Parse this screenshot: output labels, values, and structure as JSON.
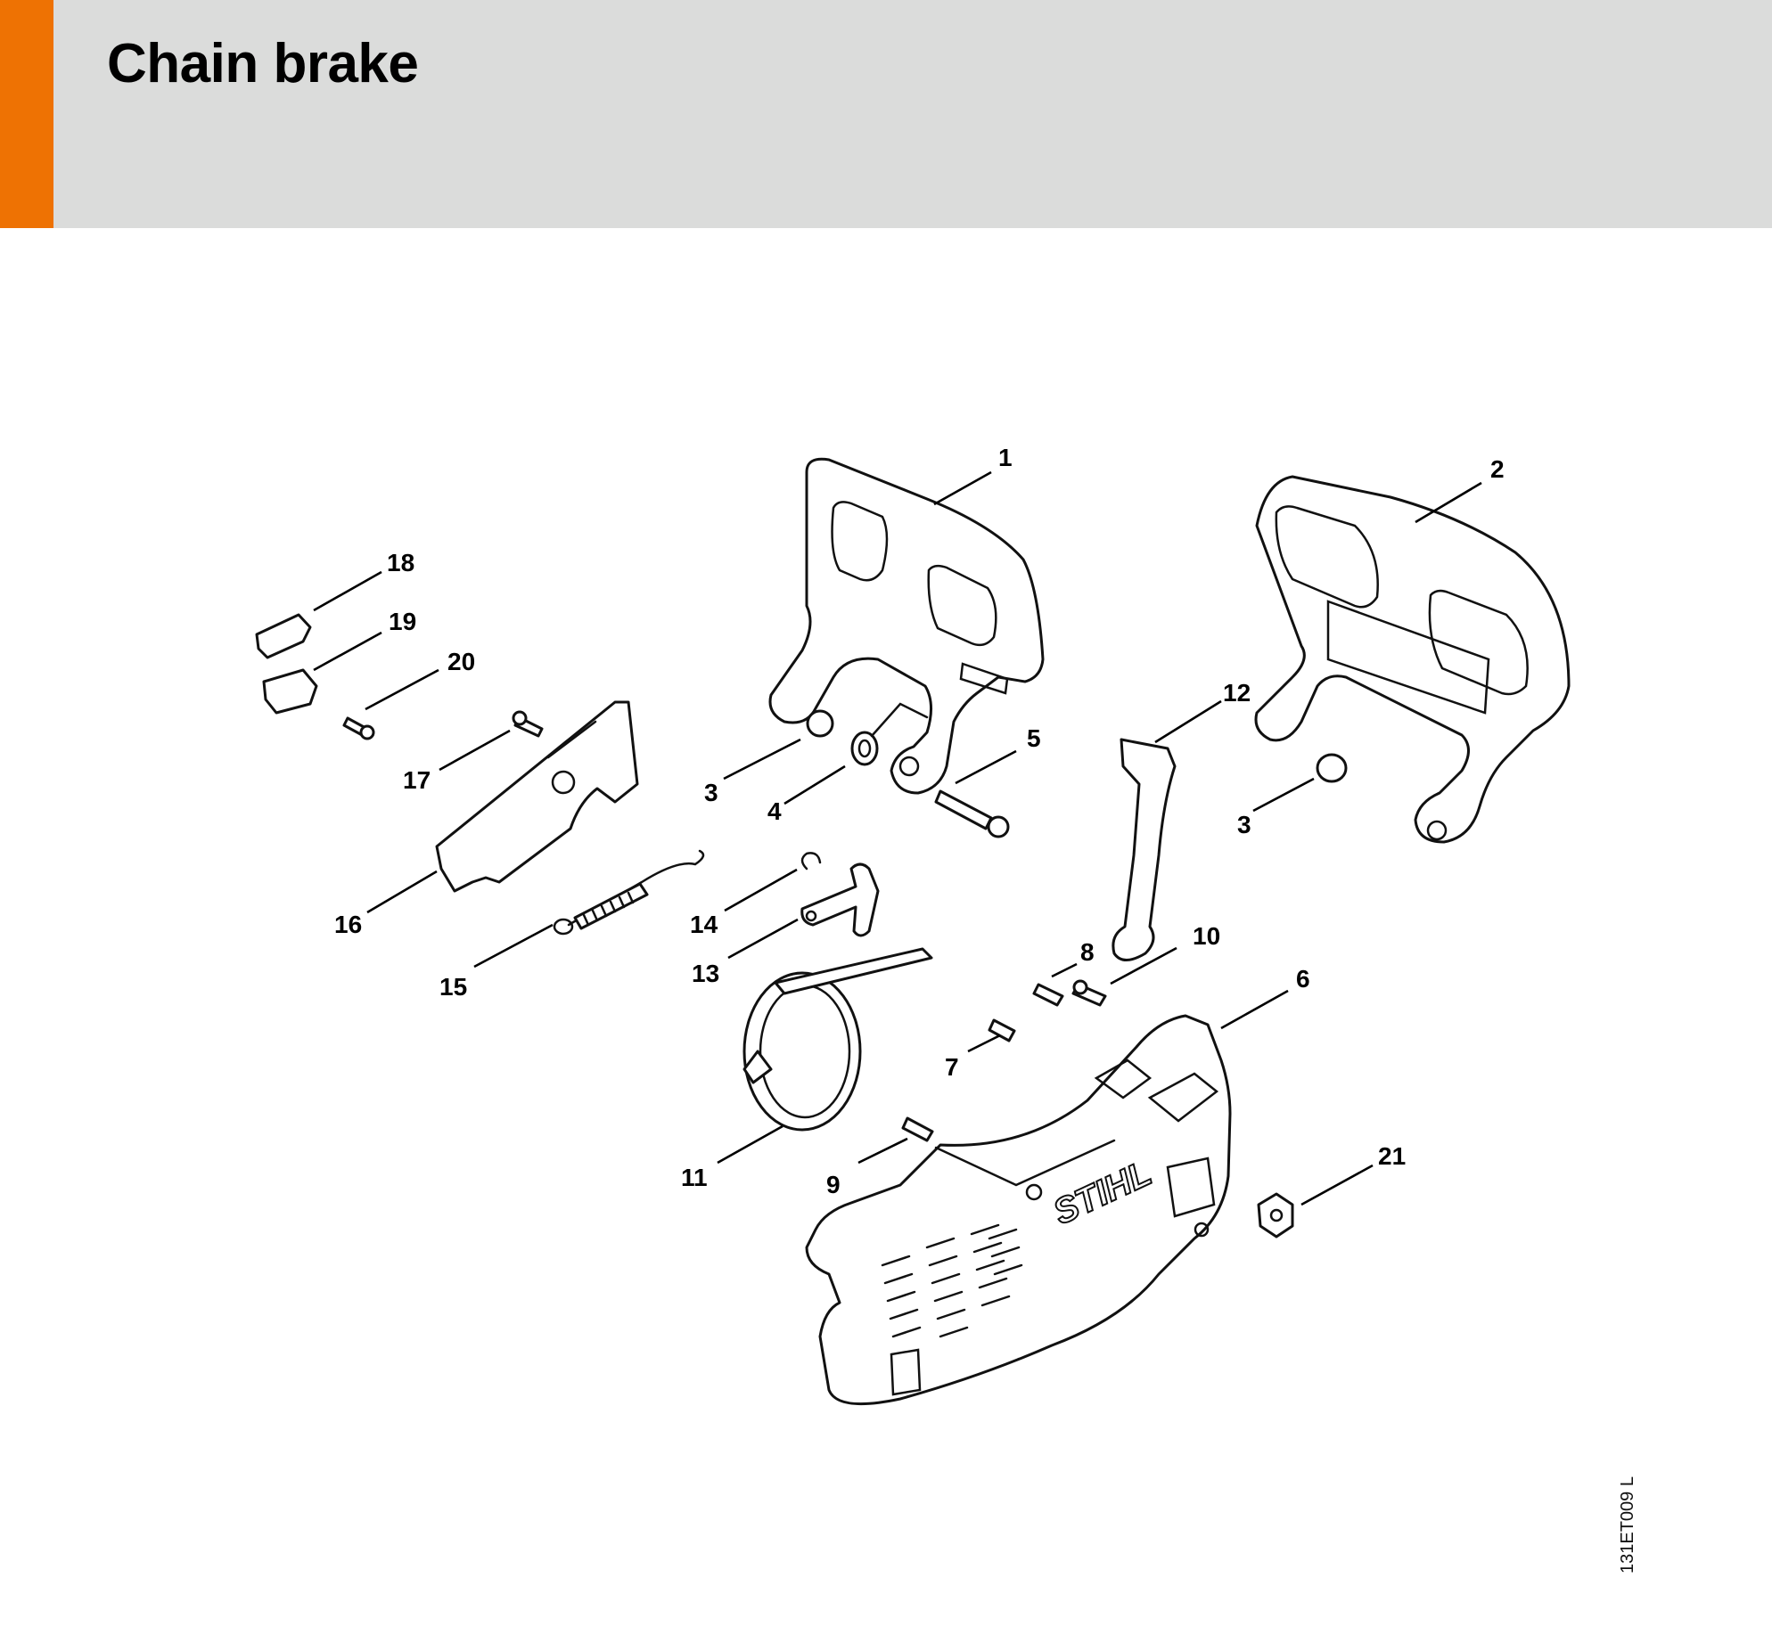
{
  "header": {
    "title": "Chain brake",
    "accent_color": "#ee7203",
    "background_color": "#dbdcdb"
  },
  "diagram": {
    "drawing_code": "131ET009 L",
    "logo_text": "STIHL",
    "callouts": [
      "1",
      "2",
      "3",
      "3",
      "4",
      "5",
      "6",
      "7",
      "8",
      "9",
      "10",
      "11",
      "12",
      "13",
      "14",
      "15",
      "16",
      "17",
      "18",
      "19",
      "20",
      "21"
    ]
  }
}
